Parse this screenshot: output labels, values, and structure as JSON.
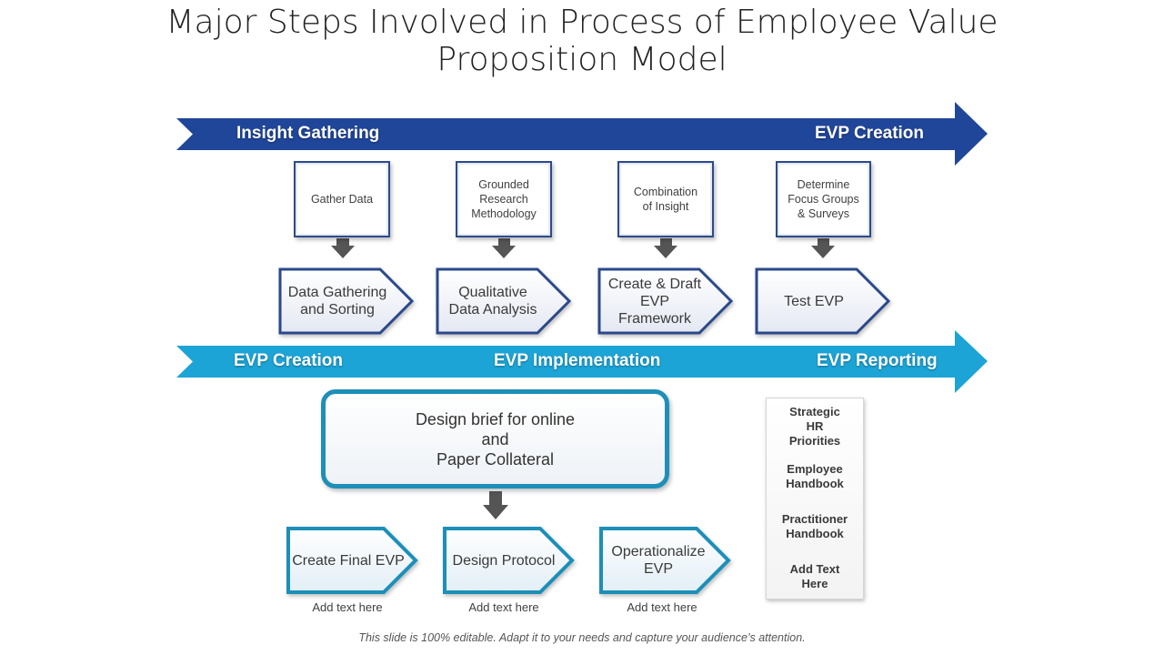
{
  "title": {
    "line1": "Major Steps Involved in Process of Employee Value",
    "line2": "Proposition Model"
  },
  "top_arrow": {
    "left_label": "Insight Gathering",
    "right_label": "EVP Creation",
    "color": "#20469a"
  },
  "insight_boxes": [
    {
      "label": "Gather Data"
    },
    {
      "label": "Grounded Research Methodology"
    },
    {
      "label": "Combination of Insight"
    },
    {
      "label": "Determine Focus Groups & Surveys"
    }
  ],
  "creation_chevrons": [
    {
      "label": "Data Gathering and Sorting"
    },
    {
      "label": "Qualitative Data Analysis"
    },
    {
      "label": "Create & Draft EVP Framework"
    },
    {
      "label": "Test EVP"
    }
  ],
  "middle_arrow": {
    "left_label": "EVP Creation",
    "center_label": "EVP Implementation",
    "right_label": "EVP Reporting",
    "color": "#1ca4d6"
  },
  "design_brief": {
    "line1": "Design brief for online",
    "line2": "and",
    "line3": "Paper Collateral"
  },
  "implementation_chevrons": [
    {
      "label": "Create Final EVP",
      "caption": "Add text here"
    },
    {
      "label": "Design Protocol",
      "caption": "Add text here"
    },
    {
      "label": "Operationalize EVP",
      "caption": "Add text here"
    }
  ],
  "reporting_items": [
    {
      "label": "Strategic HR Priorities"
    },
    {
      "label": "Employee Handbook"
    },
    {
      "label": "Practitioner Handbook"
    },
    {
      "label": "Add Text Here"
    }
  ],
  "footer": "This slide is 100% editable. Adapt it to your needs and capture your audience’s attention.",
  "colors": {
    "dark_blue": "#2c4a8c",
    "light_blue": "#1f8fb8",
    "connector_gray": "#555555"
  }
}
